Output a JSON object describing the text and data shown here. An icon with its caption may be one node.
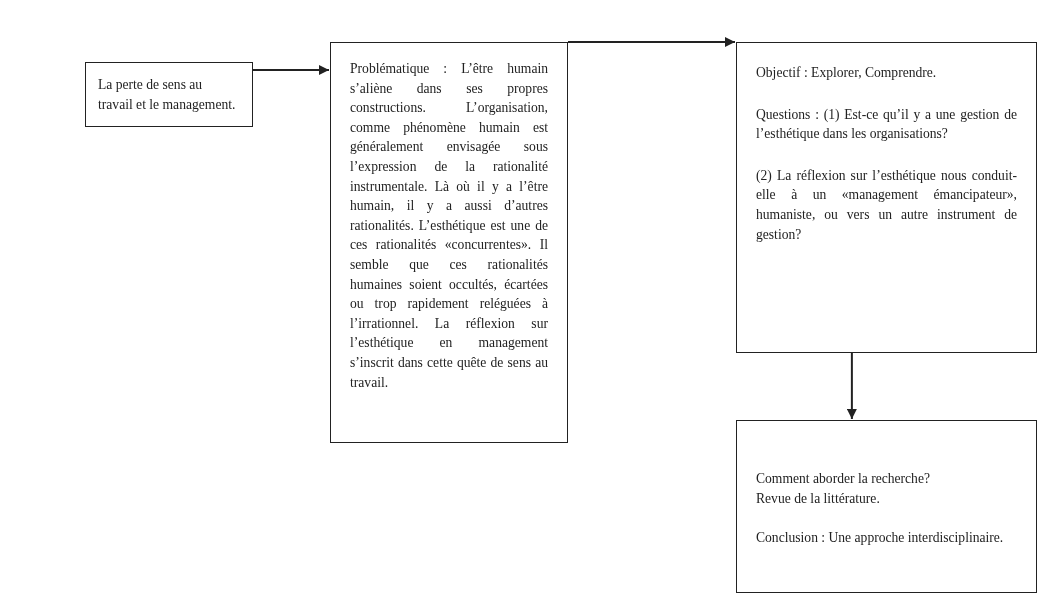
{
  "diagram": {
    "nodes": [
      {
        "text": [
          "La perte de sens au travail et le management."
        ]
      },
      {
        "text": [
          "Problématique : L’être humain s’aliène dans ses propres constructions. L’organisation, comme phénomène humain est généralement envisagée sous l’expression de la rationalité instrumentale. Là où il y a l’être humain, il y a aussi d’autres rationalités. L’esthétique est une de ces rationalités «concurrentes». Il semble que ces rationalités humaines soient occultés, écartées ou trop rapidement reléguées à l’irrationnel. La réflexion sur l’esthétique en management s’inscrit dans cette quête de sens au travail."
        ]
      },
      {
        "text": [
          "Objectif : Explorer, Comprendre.",
          "Questions : (1) Est-ce qu’il y a une gestion de l’esthétique dans les organisations?",
          "(2) La réflexion sur l’esthétique nous conduit-elle à un «management émancipateur», humaniste, ou vers un autre instrument de gestion?"
        ]
      },
      {
        "text": [
          "Comment aborder la recherche?",
          "Revue de la littérature.",
          "Conclusion : Une approche interdisciplinaire."
        ]
      }
    ],
    "edges": [
      {
        "from": 0,
        "to": 1,
        "arrow": "to"
      },
      {
        "from": 1,
        "to": 2,
        "arrow": "to"
      },
      {
        "from": 2,
        "to": 3,
        "arrow": "to"
      }
    ]
  }
}
